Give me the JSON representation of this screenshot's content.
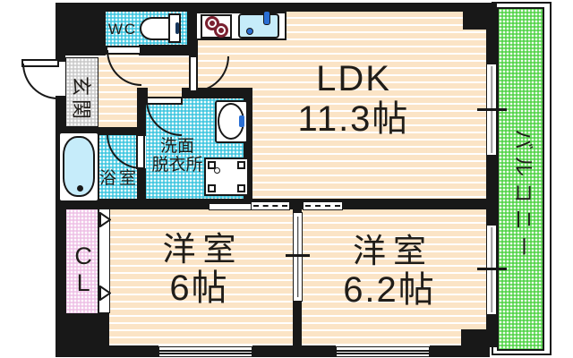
{
  "rooms": {
    "ldk": {
      "label": "LDK",
      "size": "11.3帖"
    },
    "west1": {
      "label": "洋室",
      "size": "6帖"
    },
    "west2": {
      "label": "洋室",
      "size": "6.2帖"
    },
    "balcony": {
      "label": "バルコニー"
    },
    "entrance": {
      "label": "玄関"
    },
    "wc": {
      "label": "WC"
    },
    "washroom": {
      "line1": "洗面",
      "line2": "脱衣所"
    },
    "bathroom": {
      "label": "浴室"
    },
    "closet": {
      "label": "CL"
    }
  },
  "colors": {
    "wall": "#181818",
    "wood_floor": "#fbe4c6",
    "wet_area_cyan": "#43c7e0",
    "balcony_green": "#55d44b",
    "entrance_gray": "#cbcbcb",
    "closet_pink": "#eec2e6",
    "water_blue": "#c6ecfa",
    "burner_red": "#7a2030",
    "faucet_blue": "#2a6fd4"
  },
  "fixtures": [
    "toilet",
    "gas-stove",
    "kitchen-sink",
    "bathtub",
    "washbasin",
    "washing-machine-pan"
  ]
}
